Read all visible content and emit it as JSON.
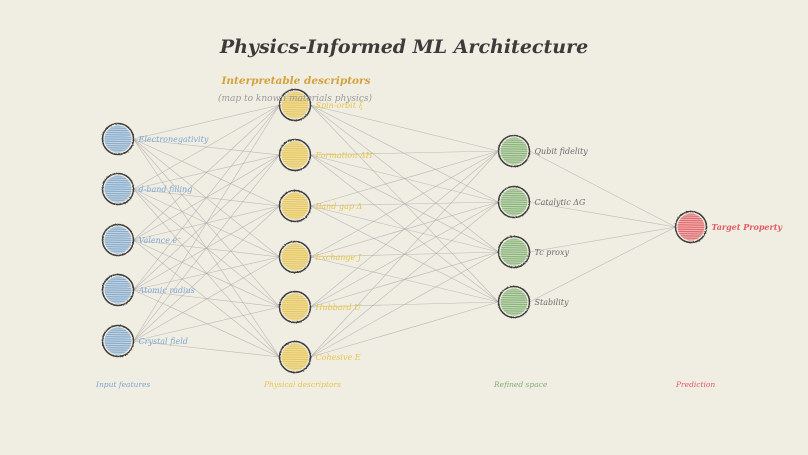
{
  "title": "Physics-Informed ML Architecture",
  "annotation": {
    "title": "Interpretable descriptors",
    "subtitle": "(map to known materials physics)"
  },
  "colors": {
    "background": "#f0ede3",
    "input": "#7da7d0",
    "physical": "#e8c44a",
    "refined": "#7fb070",
    "output": "#e35a62",
    "edge": "#a8a8a8",
    "ring": "#3c3c3c"
  },
  "layers": [
    {
      "id": "input",
      "caption": "Input features",
      "color": "#7da7d0",
      "nodes": [
        "Electronegativity",
        "d-band filling",
        "Valence e⁻",
        "Atomic radius",
        "Crystal field"
      ]
    },
    {
      "id": "physical",
      "caption": "Physical descriptors",
      "color": "#e8c44a",
      "nodes": [
        "Spin-orbit ξ",
        "Formation ΔH",
        "Band gap Δ",
        "Exchange J",
        "Hubbard U",
        "Cohesive E"
      ]
    },
    {
      "id": "refined",
      "caption": "Refined space",
      "color": "#7fb070",
      "nodes": [
        "Qubit fidelity",
        "Catalytic ΔG",
        "Tc proxy",
        "Stability"
      ]
    },
    {
      "id": "output",
      "caption": "Prediction",
      "color": "#e35a62",
      "nodes": [
        "Target Property"
      ]
    }
  ]
}
